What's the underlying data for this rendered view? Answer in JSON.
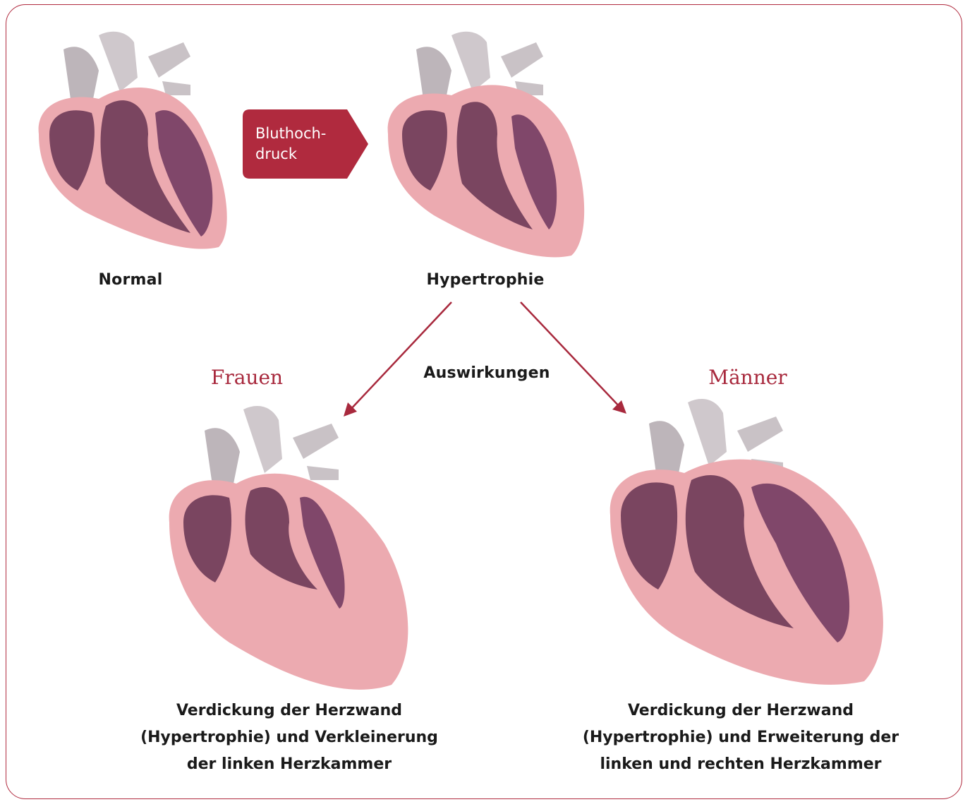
{
  "badge": {
    "label": "Bluthoch-\ndruck",
    "color": "#b02a3e"
  },
  "labels": {
    "normal": "Normal",
    "hypertrophy": "Hypertrophie",
    "effects": "Auswirkungen"
  },
  "genders": {
    "women": "Frauen",
    "men": "Männer"
  },
  "captions": {
    "women_line1": "Verdickung der Herzwand",
    "women_line2": "(Hypertrophie) und Verkleinerung",
    "women_line3": "der linken Herzkammer",
    "men_line1": "Verdickung der Herzwand",
    "men_line2": "(Hypertrophie) und Erweiterung der",
    "men_line3": "linken und rechten Herzkammer"
  },
  "colors": {
    "accent": "#b02a3e",
    "heart_wall": "#ecaab0",
    "heart_chamber": "#7a4560",
    "vessel": "#c9c2c6"
  }
}
